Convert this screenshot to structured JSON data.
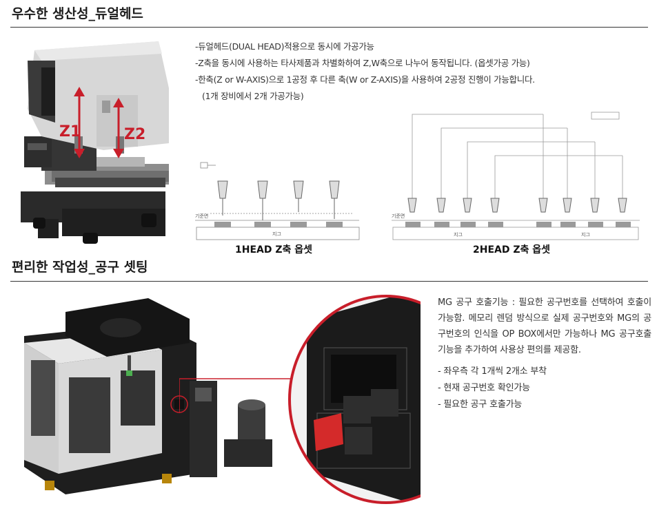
{
  "section1": {
    "title": "우수한 생산성_듀얼헤드",
    "machine_labels": {
      "z1": "Z1",
      "z2": "Z2"
    },
    "lines": [
      "-듀얼헤드(DUAL HEAD)적용으로 동시에 가공가능",
      "-Z축을 동시에 사용하는 타사제품과 차별화하여 Z,W축으로 나누어 동작됩니다. (옵셋가공 가능)",
      "-한축(Z or W-AXIS)으로 1공정 후 다른 축(W or Z-AXIS)을 사용하여 2공정 진행이 가능합니다.",
      "(1개 장비에서 2개 가공가능)"
    ],
    "diagram1_caption": "1HEAD Z축 옵셋",
    "diagram2_caption": "2HEAD Z축 옵셋",
    "diagram1_labels": {
      "base": "기준면",
      "jig": "지그"
    },
    "diagram2_labels": {
      "base": "기준면",
      "jig1": "지그",
      "jig2": "지그"
    }
  },
  "section2": {
    "title": "편리한 작업성_공구 셋팅",
    "paragraph": "MG 공구 호출기능 : 필요한 공구번호를 선택하여 호출이 가능함. 메모리 렌덤 방식으로 실제 공구번호와 MG의 공구번호의 인식을 OP BOX에서만 가능하나 MG 공구호출 기능을 추가하여 사용상 편의를 제공함.",
    "bullets": [
      "- 좌우측 각 1개씩 2개소 부착",
      "- 현재 공구번호 확인가능",
      "- 필요한 공구 호출가능"
    ]
  },
  "colors": {
    "accent_red": "#c81e2a",
    "rule": "#333333",
    "machine_dark": "#2a2a2a"
  }
}
